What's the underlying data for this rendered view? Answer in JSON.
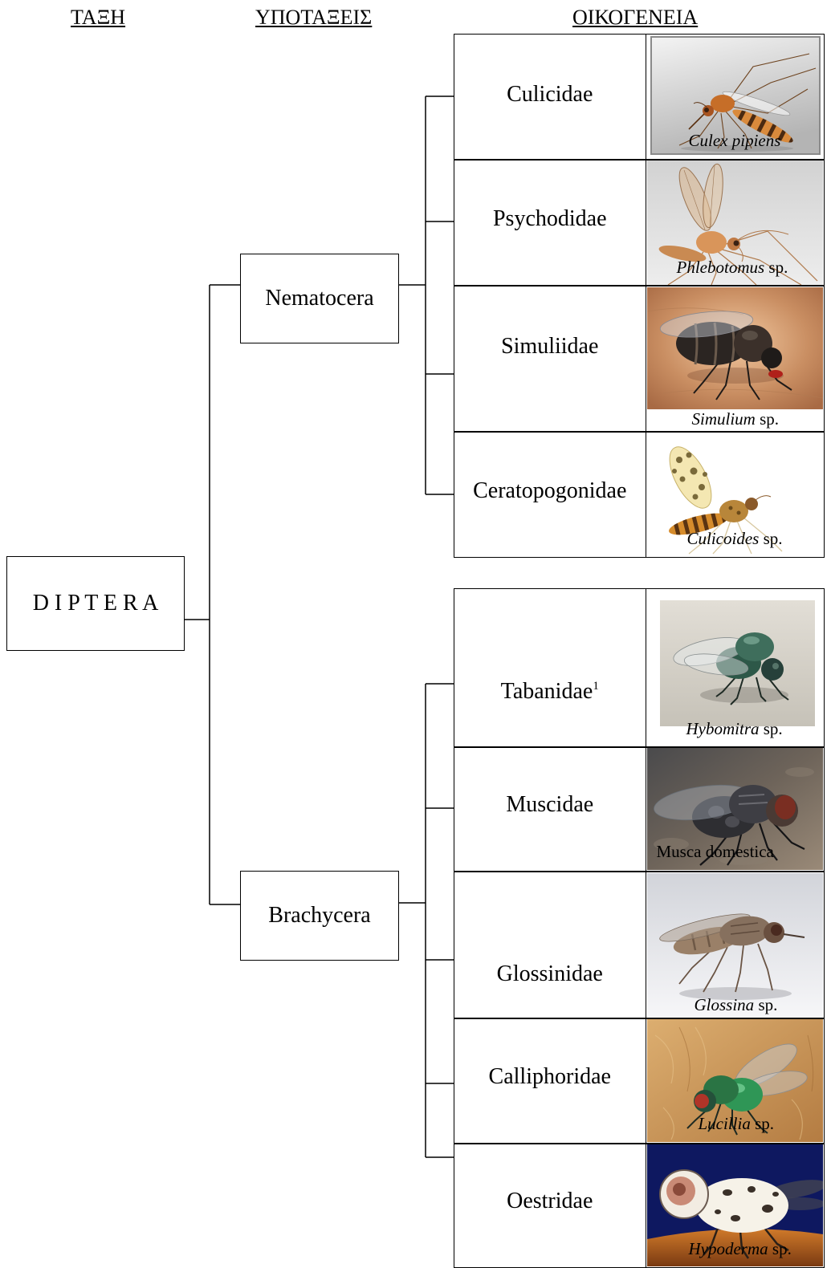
{
  "headers": {
    "order": "ΤΑΞΗ",
    "suborders": "ΥΠΟΤΑΞΕΙΣ",
    "families": "ΟΙΚΟΓΕΝΕΙΑ"
  },
  "order": {
    "label": "D I P T E R A"
  },
  "suborders": [
    {
      "name": "Nematocera",
      "families": [
        {
          "name": "Culicidae",
          "caption": {
            "italic": "Culex pipiens"
          }
        },
        {
          "name": "Psychodidae",
          "caption": {
            "italic": "Phlebotomus",
            "roman": " sp."
          }
        },
        {
          "name": "Simuliidae",
          "caption": {
            "italic": "Simulium",
            "roman": " sp."
          }
        },
        {
          "name": "Ceratopogonidae",
          "caption": {
            "italic": "Culicoides",
            "roman": " sp."
          }
        }
      ]
    },
    {
      "name": "Brachycera",
      "families": [
        {
          "name": "Tabanidae",
          "footnote": "1",
          "caption": {
            "italic": "Hybomitra",
            "roman": " sp."
          }
        },
        {
          "name": "Muscidae",
          "caption": {
            "roman": "Musca domestica"
          }
        },
        {
          "name": "Glossinidae",
          "caption": {
            "italic": "Glossina",
            "roman": " sp."
          }
        },
        {
          "name": "Calliphoridae",
          "caption": {
            "italic": "Lucillia",
            "roman": " sp."
          }
        },
        {
          "name": "Oestridae",
          "caption": {
            "italic": "Hypoderma",
            "roman": " sp."
          }
        }
      ]
    }
  ]
}
